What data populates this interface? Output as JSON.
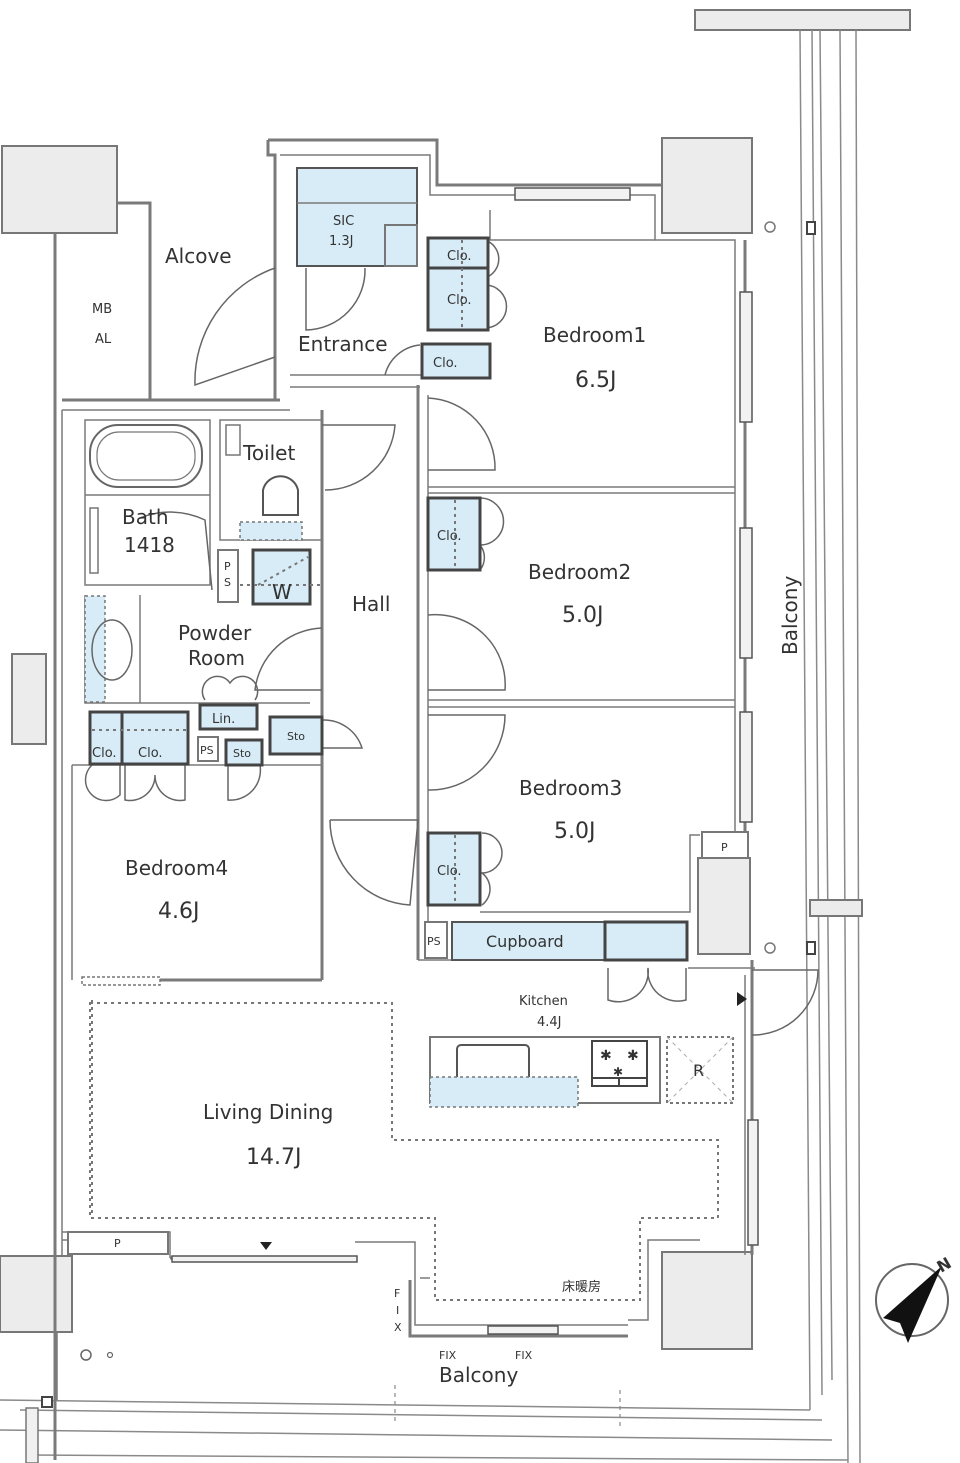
{
  "plan": {
    "rooms": {
      "alcove": {
        "name": "Alcove"
      },
      "mb_al": {
        "line1": "MB",
        "line2": "AL"
      },
      "sic": {
        "name": "SIC",
        "size": "1.3J"
      },
      "entrance": {
        "name": "Entrance"
      },
      "bedroom1": {
        "name": "Bedroom1",
        "size": "6.5J"
      },
      "bedroom2": {
        "name": "Bedroom2",
        "size": "5.0J"
      },
      "bedroom3": {
        "name": "Bedroom3",
        "size": "5.0J"
      },
      "bedroom4": {
        "name": "Bedroom4",
        "size": "4.6J"
      },
      "toilet": {
        "name": "Toilet"
      },
      "bath": {
        "name": "Bath",
        "size": "1418"
      },
      "powder_room": {
        "line1": "Powder",
        "line2": "Room"
      },
      "hall": {
        "name": "Hall"
      },
      "kitchen": {
        "name": "Kitchen",
        "size": "4.4J"
      },
      "living_dining": {
        "name": "Living Dining",
        "size": "14.7J"
      },
      "balcony_east": {
        "name": "Balcony"
      },
      "balcony_south": {
        "name": "Balcony"
      }
    },
    "storage": {
      "clo": "Clo.",
      "lin": "Lin.",
      "sto": "Sto",
      "ps": "PS",
      "ps_vertical_p": "P",
      "ps_vertical_s": "S",
      "washer": "W",
      "cupboard": "Cupboard",
      "refrigerator": "R",
      "pipe_space_p": "P"
    },
    "annotations": {
      "floor_heating": "床暖房",
      "fix": "FIX",
      "fix_vertical": [
        "F",
        "I",
        "X"
      ]
    },
    "compass": {
      "north_label": "N"
    },
    "colors": {
      "storage_fill": "#d7ecf7",
      "column_fill": "#ececec",
      "wall": "#7a7a7a",
      "text": "#333333"
    }
  }
}
